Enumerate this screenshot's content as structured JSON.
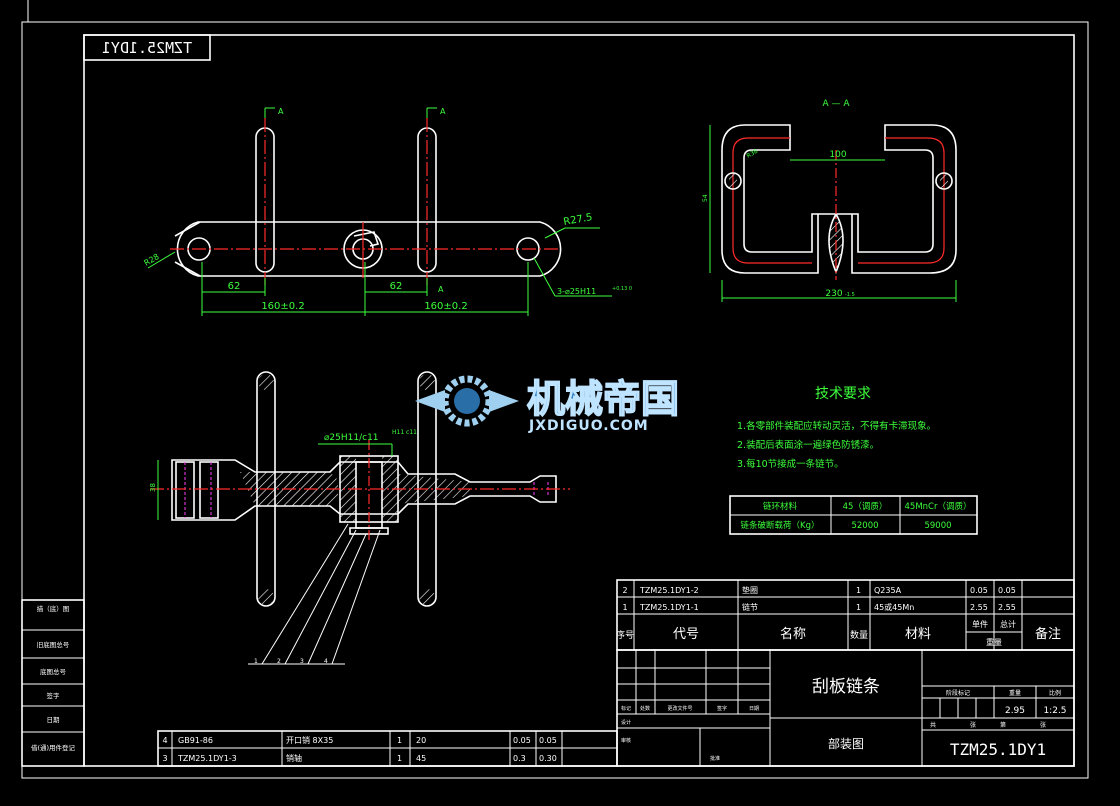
{
  "drawing_code_mirrored": "TZM25.1DY1",
  "drawing_code": "TZM25.1DY1",
  "drawing_name": "刮板链条",
  "drawing_type": "部装图",
  "dimensions": {
    "d62_left": "62",
    "d62_right": "62",
    "d160_left": "160±0.2",
    "d160_right": "160±0.2",
    "r27": "R27.5",
    "r28": "R28",
    "holes": "3-⌀25H11",
    "holes_tol": "+0.13 0",
    "d100": "100",
    "d230": "230",
    "d230_tol": "-1.5",
    "fit": "⌀25H11/c11",
    "fit_frac": "H11 c11",
    "section_a": "A",
    "section_aa": "A — A",
    "v54": "54",
    "v38": "38",
    "r38": "R38"
  },
  "watermark": {
    "title": "机械帝国",
    "url": "JXDIGUO.COM"
  },
  "tech": {
    "title": "技术要求",
    "items": [
      "1.各零部件装配应转动灵活，不得有卡滞现象。",
      "2.装配后表面涂一遍绿色防锈漆。",
      "3.每10节接成一条链节。"
    ]
  },
  "material_table": {
    "row1": [
      "链环材料",
      "45（调质）",
      "45MnCr（调质）"
    ],
    "row2": [
      "链条破断载荷（Kg）",
      "52000",
      "59000"
    ]
  },
  "bom_upper": [
    {
      "no": "2",
      "code": "TZM25.1DY1-2",
      "name": "垫圈",
      "qty": "1",
      "mat": "Q235A",
      "w1": "0.05",
      "w2": "0.05"
    },
    {
      "no": "1",
      "code": "TZM25.1DY1-1",
      "name": "链节",
      "qty": "1",
      "mat": "45或45Mn",
      "w1": "2.55",
      "w2": "2.55"
    }
  ],
  "bom_lower": [
    {
      "no": "4",
      "code": "GB91-86",
      "name": "开口销 8X35",
      "qty": "1",
      "mat": "20",
      "w1": "0.05",
      "w2": "0.05"
    },
    {
      "no": "3",
      "code": "TZM25.1DY1-3",
      "name": "销轴",
      "qty": "1",
      "mat": "45",
      "w1": "0.3",
      "w2": "0.30"
    }
  ],
  "bom_header": {
    "no": "序号",
    "code": "代号",
    "name": "名称",
    "qty": "数量",
    "mat": "材料",
    "single": "单件",
    "total": "总计",
    "weight": "重量",
    "remark": "备注"
  },
  "title_small": {
    "h1": "阶段标记",
    "h2": "重量",
    "h3": "比例",
    "weight": "2.95",
    "scale": "1:2.5",
    "sheet_a": "共",
    "sheet_b": "张",
    "sheet_c": "第",
    "sheet_d": "张"
  },
  "left_strip": [
    "描（底）图",
    "旧底图总号",
    "底图总号",
    "签字",
    "日期",
    "借(通)用件登记"
  ],
  "sign": {
    "a": "标记",
    "b": "处数",
    "c": "更改文件号",
    "d": "签字",
    "e": "日期",
    "f": "设计",
    "g": "审核",
    "h": "批准"
  },
  "balloons": [
    "1",
    "2",
    "3",
    "4"
  ]
}
